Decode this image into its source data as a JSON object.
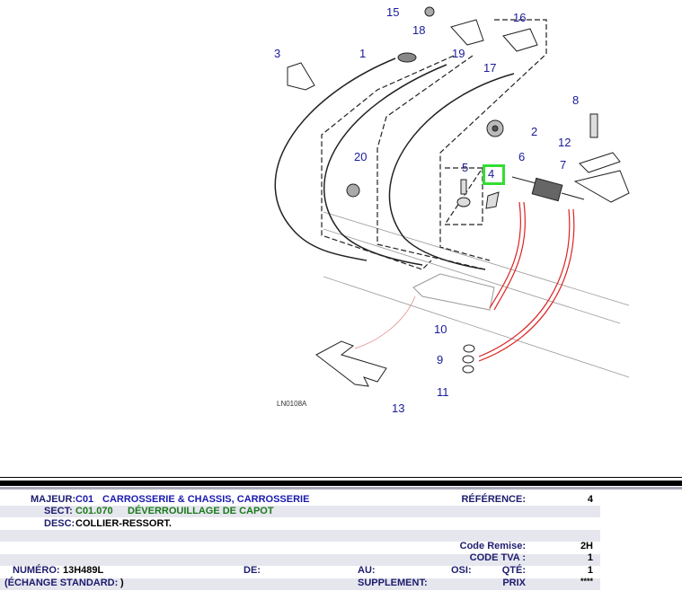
{
  "diagram": {
    "code": "LN0108A",
    "highlighted_callout": "4",
    "highlight_color": "#33dd33",
    "callouts": [
      "15",
      "16",
      "18",
      "3",
      "1",
      "19",
      "17",
      "8",
      "2",
      "12",
      "20",
      "6",
      "5",
      "4",
      "7",
      "10",
      "9",
      "11",
      "13"
    ]
  },
  "info": {
    "majeur_label": "MAJEUR:",
    "majeur_code": "C01",
    "majeur_text": "CARROSSERIE & CHASSIS, CARROSSERIE",
    "sect_label": "SECT:",
    "sect_code": "C01.070",
    "sect_text": "DÉVERROUILLAGE DE CAPOT",
    "desc_label": "DESC:",
    "desc_text": "COLLIER-RESSORT.",
    "reference_label": "RÉFÉRENCE:",
    "reference_value": "4",
    "code_remise_label": "Code Remise:",
    "code_remise_value": "2H",
    "code_tva_label": "CODE TVA :",
    "code_tva_value": "1",
    "numero_label": "NUMÉRO:",
    "numero_value": "13H489L",
    "de_label": "DE:",
    "au_label": "AU:",
    "osi_label": "OSI:",
    "qte_label": "QTÉ:",
    "qte_value": "1",
    "echange_label": "(ÉCHANGE STANDARD:",
    "echange_value": ")",
    "supplement_label": "SUPPLEMENT:",
    "prix_label": "PRIX",
    "prix_value": "****"
  }
}
